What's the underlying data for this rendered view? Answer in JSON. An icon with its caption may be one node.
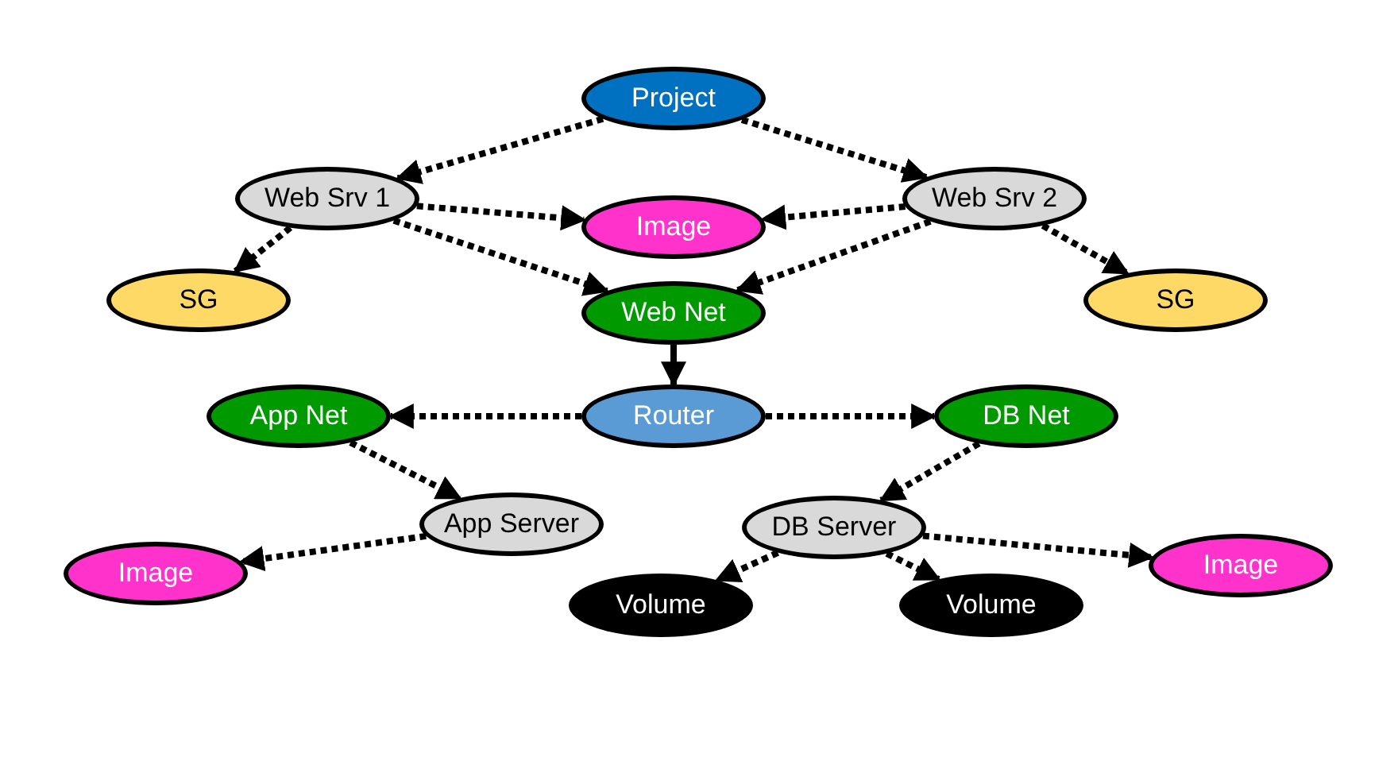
{
  "diagram": {
    "nodes": [
      {
        "text": [
          "Project"
        ]
      },
      {
        "text": [
          "Web Srv 1"
        ]
      },
      {
        "text": [
          "Image"
        ]
      },
      {
        "text": [
          "Web Srv 2"
        ]
      },
      {
        "text": [
          "SG"
        ]
      },
      {
        "text": [
          "Web Net"
        ]
      },
      {
        "text": [
          "SG"
        ]
      },
      {
        "text": [
          "App Net"
        ]
      },
      {
        "text": [
          "Router"
        ]
      },
      {
        "text": [
          "DB Net"
        ]
      },
      {
        "text": [
          "App Server"
        ]
      },
      {
        "text": [
          "Image"
        ]
      },
      {
        "text": [
          "DB Server"
        ]
      },
      {
        "text": [
          "Volume"
        ]
      },
      {
        "text": [
          "Volume"
        ]
      },
      {
        "text": [
          "Image"
        ]
      }
    ],
    "edges": [
      {
        "from": 0,
        "to": 1,
        "arrow": "to",
        "style": "dashed"
      },
      {
        "from": 0,
        "to": 3,
        "arrow": "to",
        "style": "dashed"
      },
      {
        "from": 1,
        "to": 4,
        "arrow": "to",
        "style": "dashed"
      },
      {
        "from": 1,
        "to": 2,
        "arrow": "to",
        "style": "dashed"
      },
      {
        "from": 1,
        "to": 5,
        "arrow": "to",
        "style": "dashed"
      },
      {
        "from": 3,
        "to": 2,
        "arrow": "to",
        "style": "dashed"
      },
      {
        "from": 3,
        "to": 5,
        "arrow": "to",
        "style": "dashed"
      },
      {
        "from": 3,
        "to": 6,
        "arrow": "to",
        "style": "dashed"
      },
      {
        "from": 5,
        "to": 8,
        "arrow": "to"
      },
      {
        "from": 8,
        "to": 7,
        "arrow": "to",
        "style": "dashed"
      },
      {
        "from": 8,
        "to": 9,
        "arrow": "to",
        "style": "dashed"
      },
      {
        "from": 7,
        "to": 10,
        "arrow": "to",
        "style": "dashed"
      },
      {
        "from": 10,
        "to": 11,
        "arrow": "to",
        "style": "dashed"
      },
      {
        "from": 9,
        "to": 12,
        "arrow": "to",
        "style": "dashed"
      },
      {
        "from": 12,
        "to": 13,
        "arrow": "to",
        "style": "dashed"
      },
      {
        "from": 12,
        "to": 14,
        "arrow": "to",
        "style": "dashed"
      },
      {
        "from": 12,
        "to": 15,
        "arrow": "to",
        "style": "dashed"
      }
    ]
  }
}
